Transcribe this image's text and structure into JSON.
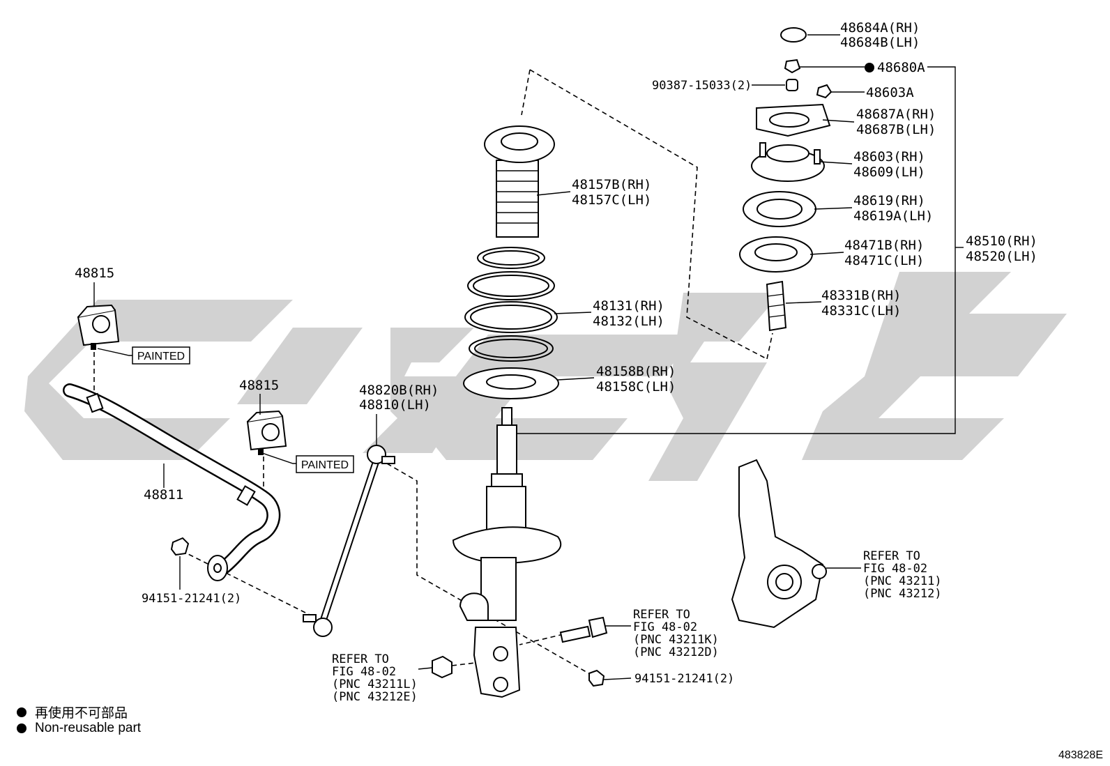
{
  "labels": {
    "p48684": [
      "48684A(RH)",
      "48684B(LH)"
    ],
    "p48680A": "48680A",
    "p90387": "90387-15033(2)",
    "p48603A": "48603A",
    "p48687": [
      "48687A(RH)",
      "48687B(LH)"
    ],
    "p48603": [
      "48603(RH)",
      "48609(LH)"
    ],
    "p48619": [
      "48619(RH)",
      "48619A(LH)"
    ],
    "p48471": [
      "48471B(RH)",
      "48471C(LH)"
    ],
    "p48331": [
      "48331B(RH)",
      "48331C(LH)"
    ],
    "p48510": [
      "48510(RH)",
      "48520(LH)"
    ],
    "p48157": [
      "48157B(RH)",
      "48157C(LH)"
    ],
    "p48131": [
      "48131(RH)",
      "48132(LH)"
    ],
    "p48158": [
      "48158B(RH)",
      "48158C(LH)"
    ],
    "p48815a": "48815",
    "p48815b": "48815",
    "painted1": "PAINTED",
    "painted2": "PAINTED",
    "p48811": "48811",
    "p48820": [
      "48820B(RH)",
      "48810(LH)"
    ],
    "p94151a": "94151-21241(2)",
    "p94151b": "94151-21241(2)",
    "ref_knuckle": [
      "REFER TO",
      "FIG 48-02",
      "(PNC 43211)",
      "(PNC 43212)"
    ],
    "ref_bolt": [
      "REFER TO",
      "FIG 48-02",
      "(PNC 43211K)",
      "(PNC 43212D)"
    ],
    "ref_nut": [
      "REFER TO",
      "FIG 48-02",
      "(PNC 43211L)",
      "(PNC 43212E)"
    ]
  },
  "legend": {
    "jp": "再使用不可部品",
    "en": "Non-reusable part"
  },
  "diagram_id": "483828E"
}
